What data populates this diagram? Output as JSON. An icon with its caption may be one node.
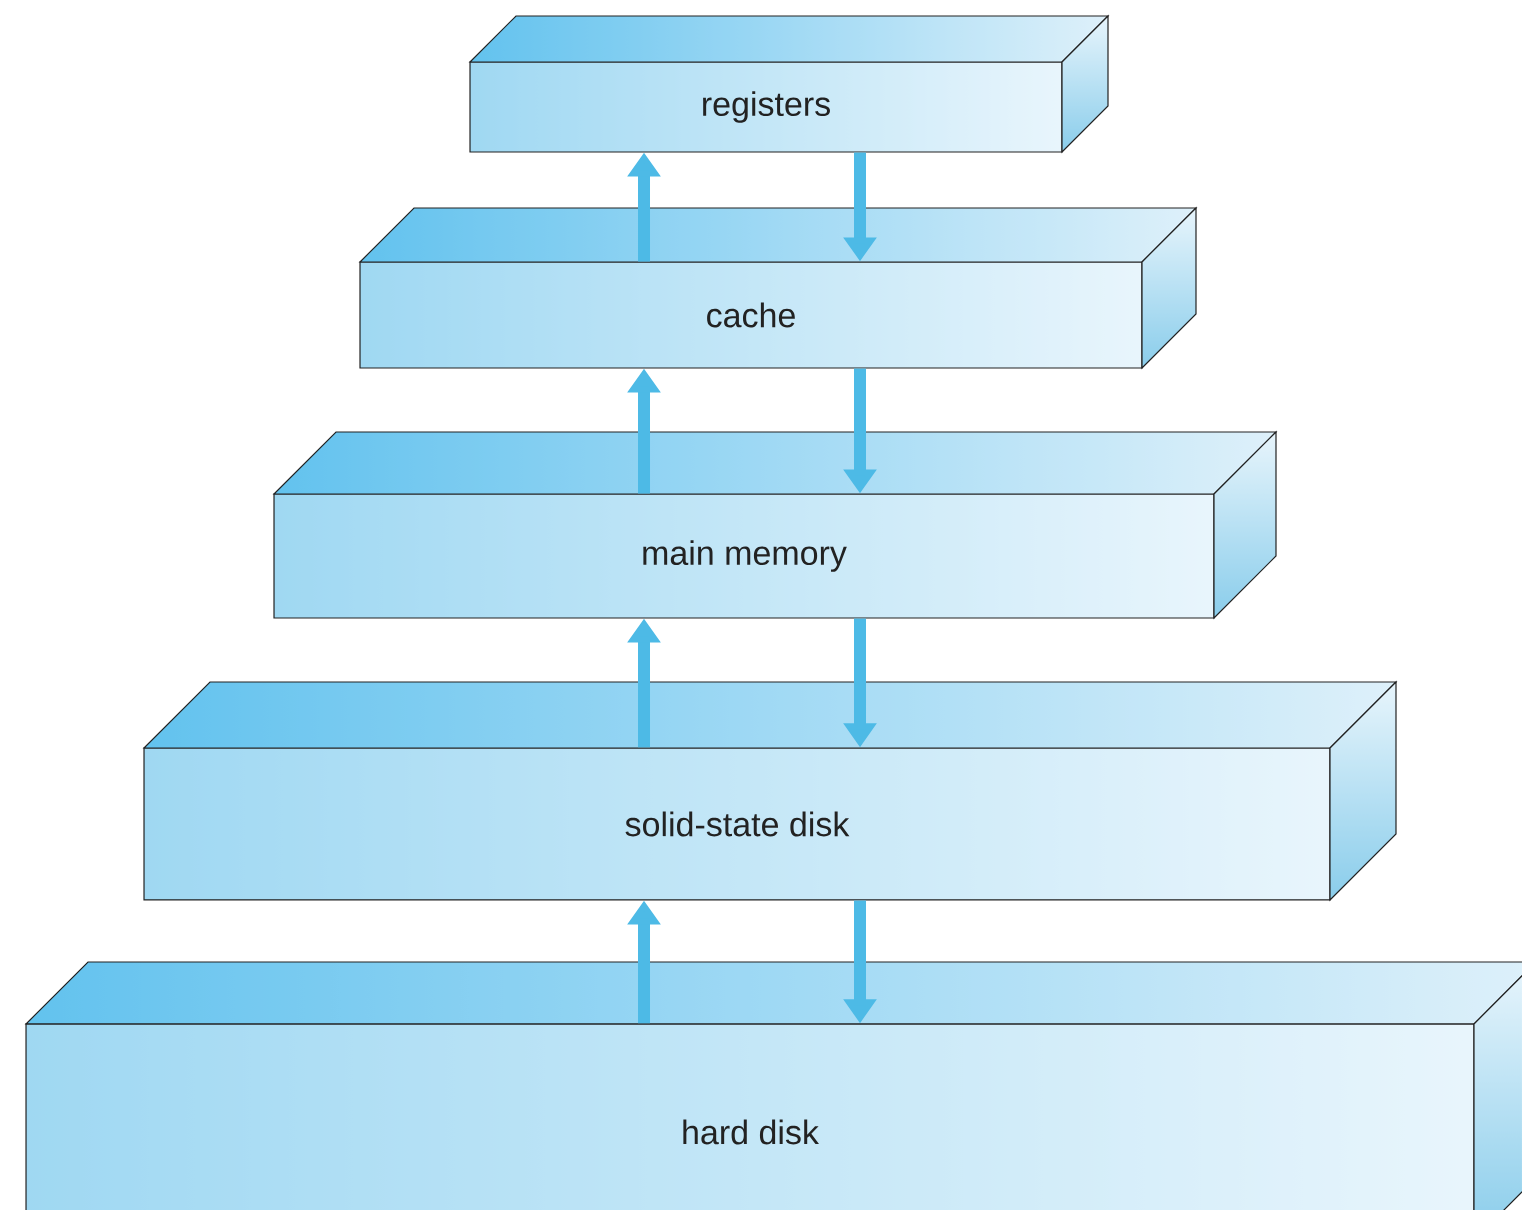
{
  "diagram": {
    "nodes": [
      {
        "text": [
          "registers"
        ]
      },
      {
        "text": [
          "cache"
        ]
      },
      {
        "text": [
          "main memory"
        ]
      },
      {
        "text": [
          "solid-state disk"
        ]
      },
      {
        "text": [
          "hard disk"
        ]
      }
    ],
    "edges": [
      {
        "from": 1,
        "to": 0,
        "arrow": "to"
      },
      {
        "from": 0,
        "to": 1,
        "arrow": "to"
      },
      {
        "from": 2,
        "to": 1,
        "arrow": "to"
      },
      {
        "from": 1,
        "to": 2,
        "arrow": "to"
      },
      {
        "from": 3,
        "to": 2,
        "arrow": "to"
      },
      {
        "from": 2,
        "to": 3,
        "arrow": "to"
      },
      {
        "from": 4,
        "to": 3,
        "arrow": "to"
      },
      {
        "from": 3,
        "to": 4,
        "arrow": "to"
      }
    ]
  }
}
